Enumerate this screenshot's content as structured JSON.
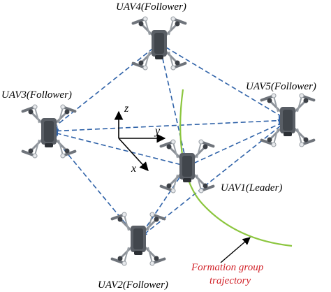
{
  "uavs": [
    {
      "id": "uav4",
      "label": "UAV4(Follower)"
    },
    {
      "id": "uav3",
      "label": "UAV3(Follower)"
    },
    {
      "id": "uav5",
      "label": "UAV5(Follower)"
    },
    {
      "id": "uav1",
      "label": "UAV1(Leader)"
    },
    {
      "id": "uav2",
      "label": "UAV2(Follower)"
    }
  ],
  "axes": {
    "x": "x",
    "y": "y",
    "z": "z"
  },
  "trajectory": {
    "line1": "Formation group",
    "line2": "trajectory"
  },
  "colors": {
    "link": "#2f62a8",
    "trajectory": "#8cc63f",
    "trajectory_text": "#d2232a",
    "body": "#5a5f66",
    "arm": "#8a8f96"
  }
}
